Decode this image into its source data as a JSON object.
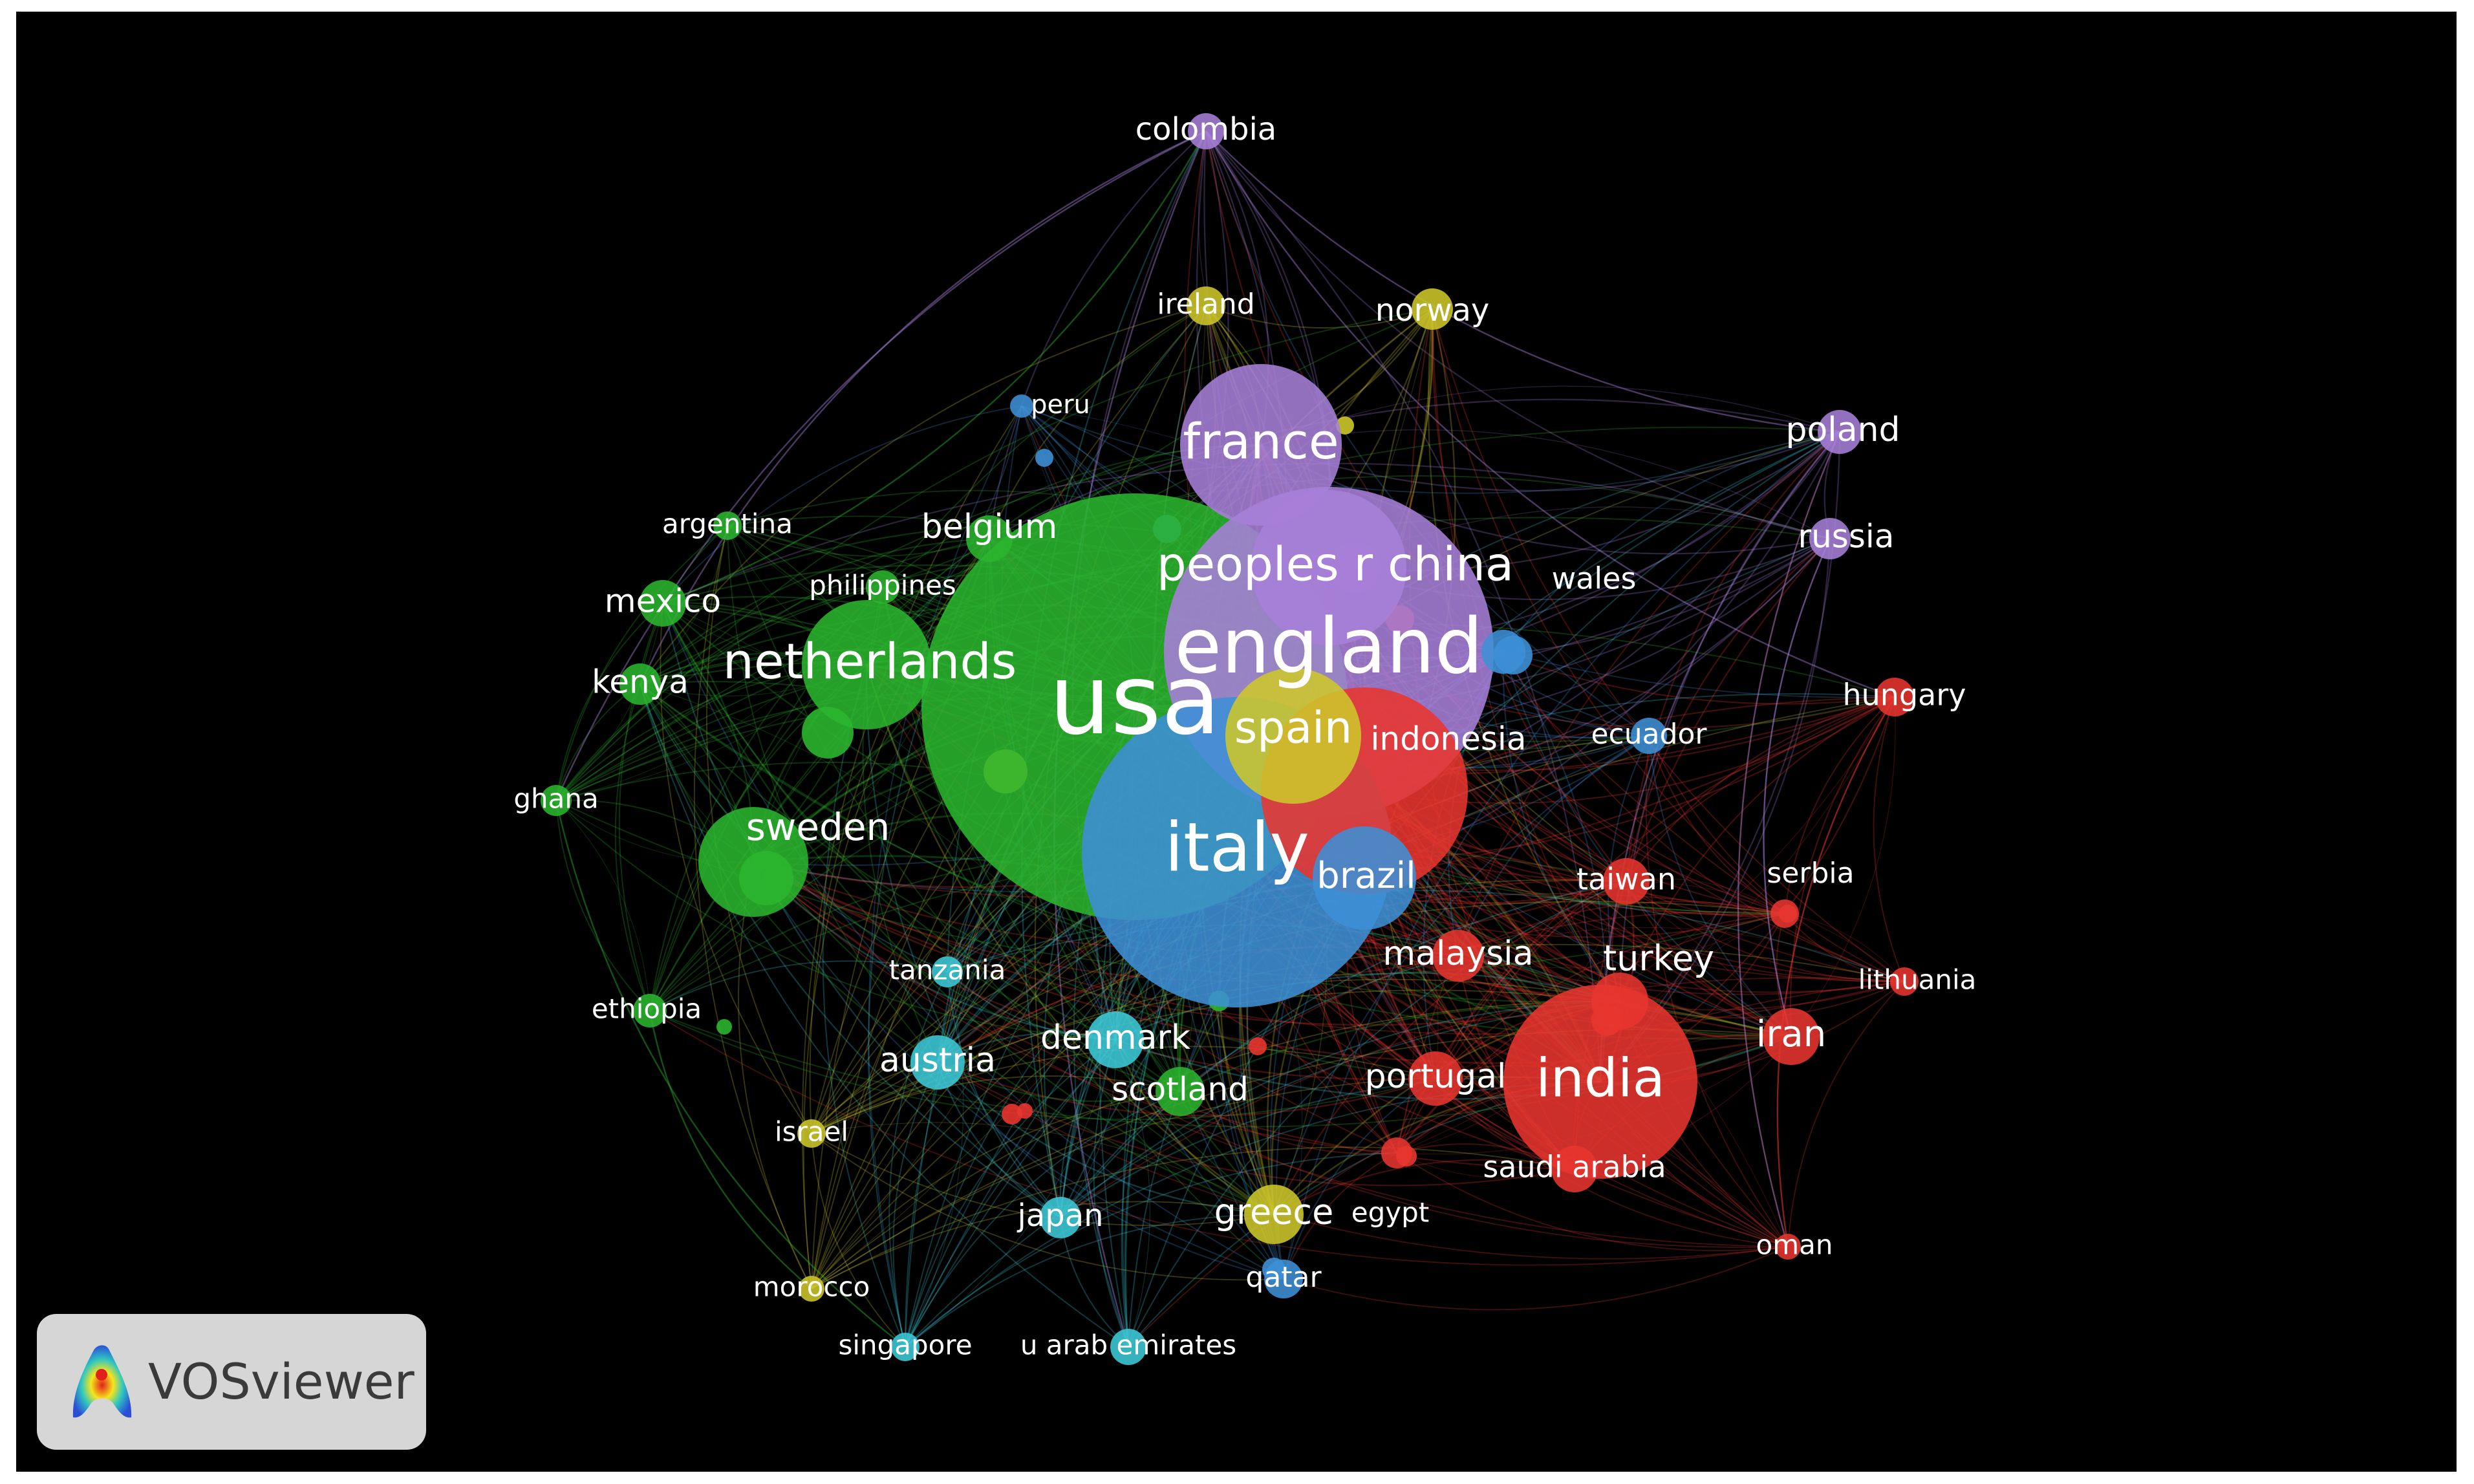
{
  "software": {
    "name": "VOSviewer",
    "logo_icon": "vosviewer-logo-icon"
  },
  "colors": {
    "background": "#000000",
    "clusters": [
      "#e8352f",
      "#2bb52f",
      "#3d8fd6",
      "#cdc72a",
      "#a77fd8",
      "#3ec9d8"
    ]
  },
  "nodes": [
    {
      "label": "usa",
      "cluster": 1,
      "weight": 10
    },
    {
      "label": "england",
      "cluster": 4,
      "weight": 7.8
    },
    {
      "label": "italy",
      "cluster": 2,
      "weight": 7.2
    },
    {
      "label": "peoples r china",
      "cluster": 4,
      "weight": 4.6
    },
    {
      "label": "france",
      "cluster": 4,
      "weight": 4.2
    },
    {
      "label": "india",
      "cluster": 0,
      "weight": 4.6
    },
    {
      "label": "netherlands",
      "cluster": 1,
      "weight": 3.3
    },
    {
      "label": "spain",
      "cluster": 3,
      "weight": 3.4
    },
    {
      "label": "sweden",
      "cluster": 1,
      "weight": 2.8
    },
    {
      "label": "brazil",
      "cluster": 2,
      "weight": 2.4
    },
    {
      "label": "indonesia",
      "cluster": 0,
      "weight": 2.2
    },
    {
      "label": "colombia",
      "cluster": 4,
      "weight": 1.6
    },
    {
      "label": "ireland",
      "cluster": 3,
      "weight": 1.4
    },
    {
      "label": "norway",
      "cluster": 3,
      "weight": 1.7
    },
    {
      "label": "peru",
      "cluster": 2,
      "weight": 1.0
    },
    {
      "label": "poland",
      "cluster": 4,
      "weight": 1.8
    },
    {
      "label": "russia",
      "cluster": 4,
      "weight": 1.6
    },
    {
      "label": "argentina",
      "cluster": 1,
      "weight": 1.0
    },
    {
      "label": "belgium",
      "cluster": 1,
      "weight": 1.9
    },
    {
      "label": "philippines",
      "cluster": 1,
      "weight": 1.1
    },
    {
      "label": "mexico",
      "cluster": 1,
      "weight": 1.8
    },
    {
      "label": "wales",
      "cluster": 2,
      "weight": 1.5
    },
    {
      "label": "kenya",
      "cluster": 1,
      "weight": 1.7
    },
    {
      "label": "hungary",
      "cluster": 0,
      "weight": 1.5
    },
    {
      "label": "ecuador",
      "cluster": 2,
      "weight": 1.4
    },
    {
      "label": "ghana",
      "cluster": 1,
      "weight": 1.2
    },
    {
      "label": "taiwan",
      "cluster": 0,
      "weight": 1.6
    },
    {
      "label": "serbia",
      "cluster": 0,
      "weight": 1.3
    },
    {
      "label": "malaysia",
      "cluster": 0,
      "weight": 1.9
    },
    {
      "label": "turkey",
      "cluster": 0,
      "weight": 2.2
    },
    {
      "label": "lithuania",
      "cluster": 0,
      "weight": 1.1
    },
    {
      "label": "tanzania",
      "cluster": 5,
      "weight": 1.1
    },
    {
      "label": "ethiopia",
      "cluster": 1,
      "weight": 1.2
    },
    {
      "label": "denmark",
      "cluster": 5,
      "weight": 2.1
    },
    {
      "label": "austria",
      "cluster": 5,
      "weight": 2.0
    },
    {
      "label": "iran",
      "cluster": 0,
      "weight": 2.2
    },
    {
      "label": "portugal",
      "cluster": 0,
      "weight": 2.0
    },
    {
      "label": "scotland",
      "cluster": 1,
      "weight": 1.8
    },
    {
      "label": "israel",
      "cluster": 3,
      "weight": 1.0
    },
    {
      "label": "saudi arabia",
      "cluster": 0,
      "weight": 1.6
    },
    {
      "label": "greece",
      "cluster": 3,
      "weight": 2.1
    },
    {
      "label": "egypt",
      "cluster": 0,
      "weight": 1.2
    },
    {
      "label": "japan",
      "cluster": 5,
      "weight": 1.6
    },
    {
      "label": "qatar",
      "cluster": 2,
      "weight": 1.4
    },
    {
      "label": "oman",
      "cluster": 0,
      "weight": 1.0
    },
    {
      "label": "morocco",
      "cluster": 3,
      "weight": 1.0
    },
    {
      "label": "singapore",
      "cluster": 5,
      "weight": 1.1
    },
    {
      "label": "u arab emirates",
      "cluster": 5,
      "weight": 1.3
    }
  ]
}
